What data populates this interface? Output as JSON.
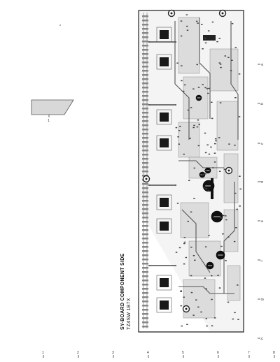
{
  "diagram": {
    "board_label_line1": "SY-BOARD COMPONENT SIDE",
    "board_label_line2": "TZ4SW 1B7X",
    "right_edge_marks": [
      "a",
      "b",
      "c",
      "d",
      "e",
      "f",
      "g",
      "h"
    ],
    "bottom_edge_marks": [
      "1",
      "2",
      "3",
      "4",
      "5",
      "6",
      "7",
      "8"
    ],
    "left_panel_mark": "1"
  }
}
